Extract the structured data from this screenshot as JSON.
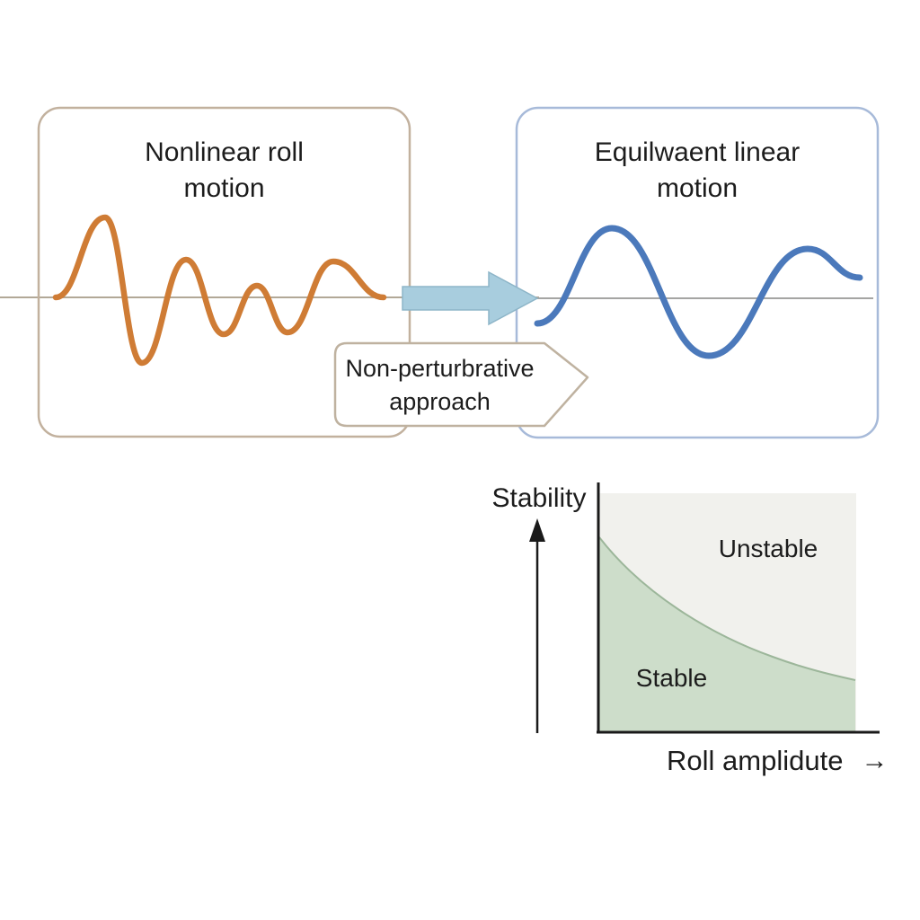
{
  "colors": {
    "background": "#ffffff",
    "text": "#1c1c1c",
    "left_box_border": "#c2b19e",
    "right_box_border": "#a7bad9",
    "baseline_left": "#b2a897",
    "baseline_right": "#a5a5a3",
    "nonlinear_wave": "#cf7c35",
    "equivalent_wave": "#4b79bb",
    "flow_arrow_fill": "#a8cdde",
    "flow_arrow_stroke": "#8db5c8",
    "callout_border": "#bfb2a0",
    "plot_background": "#f1f1ed",
    "stable_fill": "#cdddca",
    "stable_stroke": "#9cb69a",
    "axis": "#1a1a1a"
  },
  "left_box": {
    "title_line1": "Nonlinear roll",
    "title_line2": "motion"
  },
  "right_box": {
    "title_line1": "Equilwaent linear",
    "title_line2": "motion"
  },
  "callout": {
    "line1": "Non-perturbrative",
    "line2": "approach"
  },
  "stability_chart": {
    "y_axis_label": "Stability",
    "x_axis_label": "Roll amplidute",
    "x_axis_arrow": "→",
    "unstable_label": "Unstable",
    "stable_label": "Stable"
  },
  "chart_data": {
    "type": "area",
    "title": "",
    "xlabel": "Roll amplidute",
    "ylabel": "Stability",
    "legend_position": "none",
    "grid": false,
    "x_range_normalized": [
      0,
      1
    ],
    "y_range_normalized": [
      0,
      1
    ],
    "boundary_curve_points": [
      [
        0,
        0.82
      ],
      [
        0.25,
        0.55
      ],
      [
        0.5,
        0.4
      ],
      [
        0.75,
        0.29
      ],
      [
        1.0,
        0.22
      ]
    ],
    "regions": [
      {
        "name": "Stable",
        "position": "below boundary curve",
        "color": "#cdddca"
      },
      {
        "name": "Unstable",
        "position": "above boundary curve",
        "color": "#f1f1ed"
      }
    ]
  }
}
